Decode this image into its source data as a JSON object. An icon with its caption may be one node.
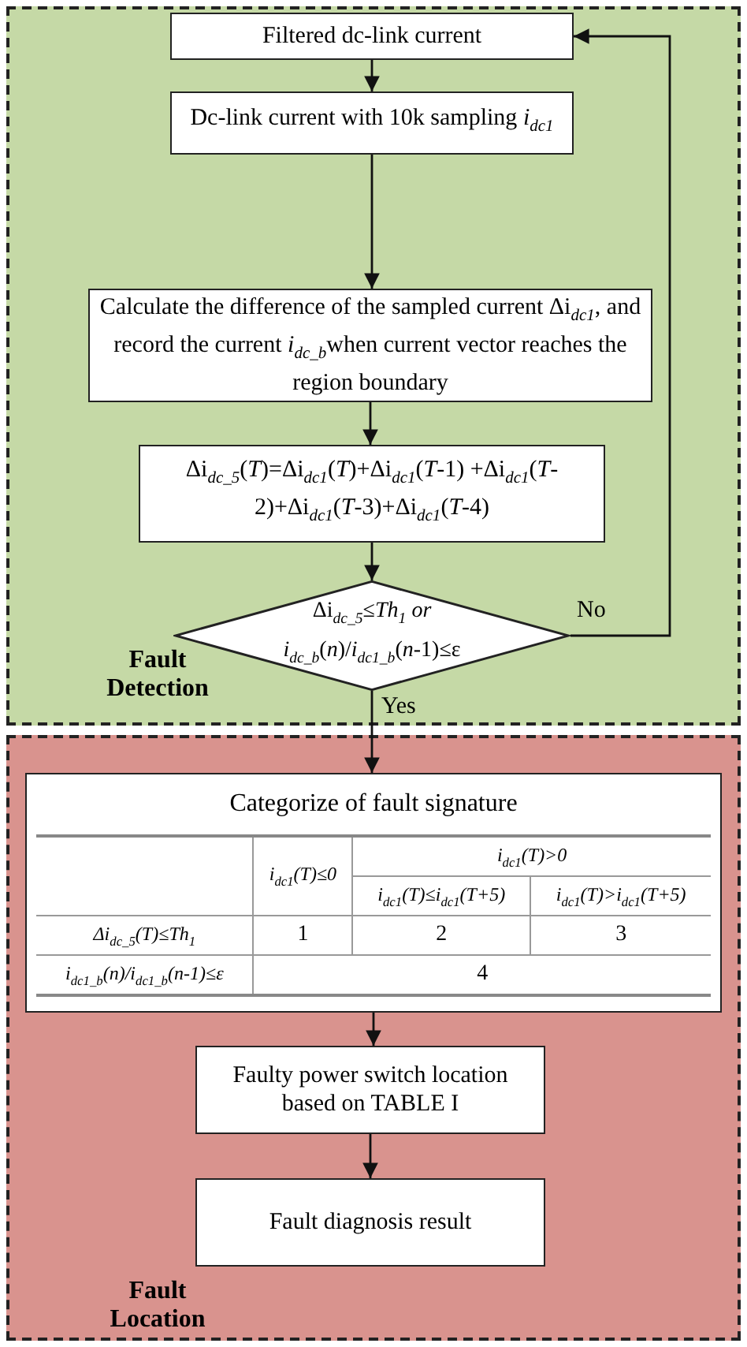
{
  "diagram": {
    "nodes": [
      {
        "text": [
          "Fault Detection"
        ]
      },
      {
        "text": [
          "Filtered dc-link current"
        ],
        "in": 0
      },
      {
        "text": [
          "Dc-link current with 10k sampling *i*$_{dc1}$"
        ],
        "in": 0
      },
      {
        "text": [
          "Calculate the difference of the sampled current Δi$_{dc1}$, and record the current *i*$_{dc_b}$when current vector reaches the region boundary"
        ],
        "in": 0
      },
      {
        "text": [
          "Δi$_{dc_5}$(*T*)=Δi$_{dc1}$(*T*)+Δi$_{dc1}$(*T*-1) +Δi$_{dc1}$(*T*-2)+Δi$_{dc1}$(*T*-3)+Δi$_{dc1}$(*T*-4)"
        ],
        "in": 0
      },
      {
        "text": [
          "Δi$_{dc_5}$≤*Th*$_{1}$ *or* *i*$_{dc_b}$(*n*)/*i*$_{dc1_b}$(*n*-1)≤ε"
        ],
        "in": 0
      },
      {
        "text": [
          "Fault Location"
        ]
      },
      {
        "text": [
          "Categorize of fault signature"
        ],
        "in": 6
      },
      {
        "text": [
          "Faulty power switch location based on TABLE I"
        ],
        "in": 6
      },
      {
        "text": [
          "Fault diagnosis result"
        ],
        "in": 6
      }
    ],
    "edges": [
      {
        "from": 1,
        "to": 2,
        "arrow": "to"
      },
      {
        "from": 2,
        "to": 3,
        "arrow": "to"
      },
      {
        "from": 3,
        "to": 4,
        "arrow": "to"
      },
      {
        "from": 4,
        "to": 5,
        "arrow": "to"
      },
      {
        "from": 5,
        "to": 1,
        "arrow": "to",
        "label": "No"
      },
      {
        "from": 5,
        "to": 7,
        "arrow": "to",
        "label": "Yes"
      },
      {
        "from": 7,
        "to": 8,
        "arrow": "to"
      },
      {
        "from": 8,
        "to": 9,
        "arrow": "to"
      }
    ],
    "labels": [
      "*i*$_{dc1}$(*T*)≤0",
      "*i*$_{dc1}$(*T*)>0",
      "*i*$_{dc1}$(*T*)≤*i*$_{dc1}$(*T*+5)",
      "*i*$_{dc1}$(*T*)>*i*$_{dc1}$(*T*+5)",
      "Δi$_{dc_5}$(*T*)≤*Th*$_{1}$",
      "1",
      "2",
      "3",
      "*i*$_{dc1_b}$(*n*)/*i*$_{dc1_b}$(*n*-1)≤ε",
      "4"
    ]
  }
}
